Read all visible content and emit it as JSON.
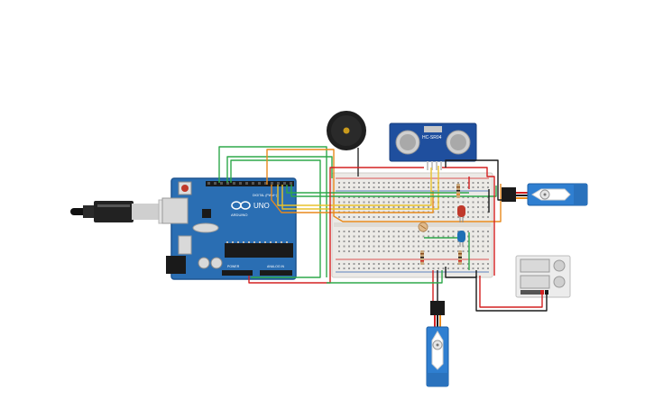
{
  "arduino": {
    "logo": "UNO",
    "brand": "ARDUINO",
    "digital_label": "DIGITAL (PWM~)",
    "power_label": "POWER",
    "analog_label": "ANALOG IN"
  },
  "sensor": {
    "label": "HC-SR04"
  },
  "colors": {
    "board": "#2a6eb3",
    "board_dark": "#1d5490",
    "breadboard": "#eceae6",
    "servo": "#2f7fd1",
    "sensor_body": "#1f4f9e",
    "wire_red": "#d42020",
    "wire_green": "#2ea84a",
    "wire_orange": "#e8891c",
    "wire_yellow": "#e9c22b",
    "wire_black": "#1a1a1a"
  },
  "icons": [
    "usb-cable-icon",
    "buzzer-icon",
    "ultrasonic-sensor-icon",
    "servo-icon",
    "battery-pack-icon",
    "led-icon",
    "resistor-icon",
    "photoresistor-icon"
  ]
}
